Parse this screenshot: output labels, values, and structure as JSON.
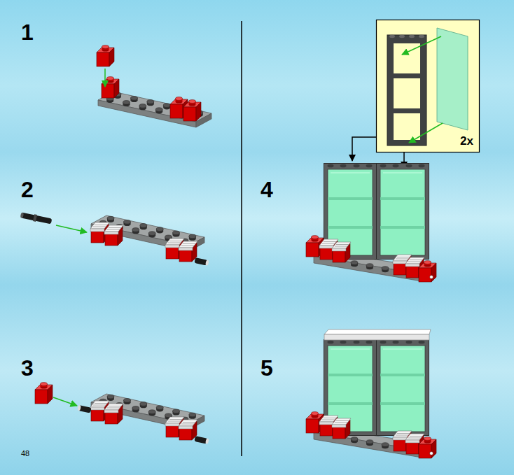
{
  "diagram": {
    "nodes": [
      {
        "text": [
          "2x"
        ]
      }
    ],
    "labels": [
      "1",
      "2",
      "3",
      "4",
      "5",
      "48"
    ]
  }
}
